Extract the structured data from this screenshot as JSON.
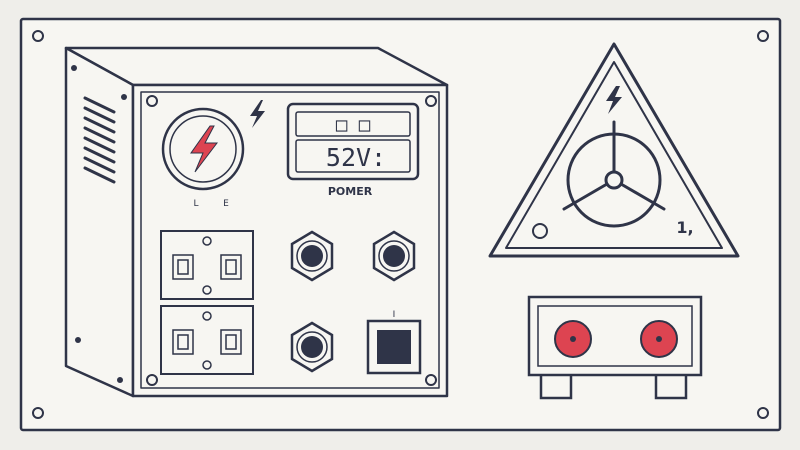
{
  "colors": {
    "ink": "#2f3448",
    "background": "#efeeea",
    "panel": "#f7f6f2",
    "accent_red": "#dd4451"
  },
  "device": {
    "display_top": "□ □",
    "display_value": "52V:",
    "power_label": "POMER",
    "gauge_left_label": "L",
    "gauge_right_label": "E",
    "switch_mark": "I"
  },
  "warning_sign": {
    "icon": "lightning-icon",
    "corner_text": "1,"
  },
  "icons": {
    "gauge": "lightning-icon",
    "beside_gauge": "lightning-icon",
    "symbol": "fan-icon"
  }
}
